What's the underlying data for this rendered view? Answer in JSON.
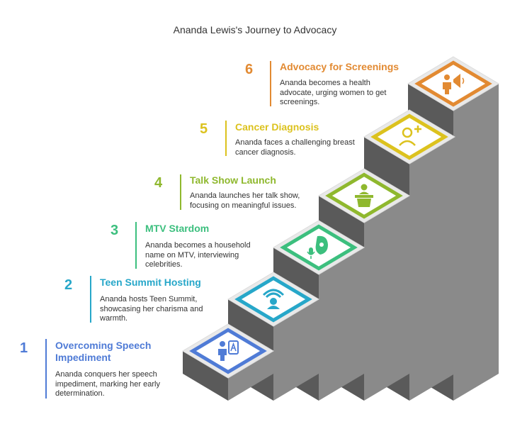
{
  "title": "Ananda Lewis's Journey to Advocacy",
  "steps": [
    {
      "number": "1",
      "title": "Overcoming Speech Impediment",
      "description": "Ananda conquers her speech impediment, marking her early determination.",
      "color": "#4f7bd6",
      "icon": "person-reading-icon"
    },
    {
      "number": "2",
      "title": "Teen Summit Hosting",
      "description": "Ananda hosts Teen Summit, showcasing her charisma and warmth.",
      "color": "#27a7c9",
      "icon": "headset-host-icon"
    },
    {
      "number": "3",
      "title": "MTV Stardom",
      "description": "Ananda becomes a household name on MTV, interviewing celebrities.",
      "color": "#3cbf7e",
      "icon": "microphone-star-icon"
    },
    {
      "number": "4",
      "title": "Talk Show Launch",
      "description": "Ananda launches her talk show, focusing on meaningful issues.",
      "color": "#8fb82e",
      "icon": "podium-speaker-icon"
    },
    {
      "number": "5",
      "title": "Cancer Diagnosis",
      "description": "Ananda faces a challenging breast cancer diagnosis.",
      "color": "#dcc21e",
      "icon": "patient-plus-icon"
    },
    {
      "number": "6",
      "title": "Advocacy for Screenings",
      "description": "Ananda becomes a health advocate, urging women to get screenings.",
      "color": "#e28a32",
      "icon": "megaphone-advocate-icon"
    }
  ]
}
